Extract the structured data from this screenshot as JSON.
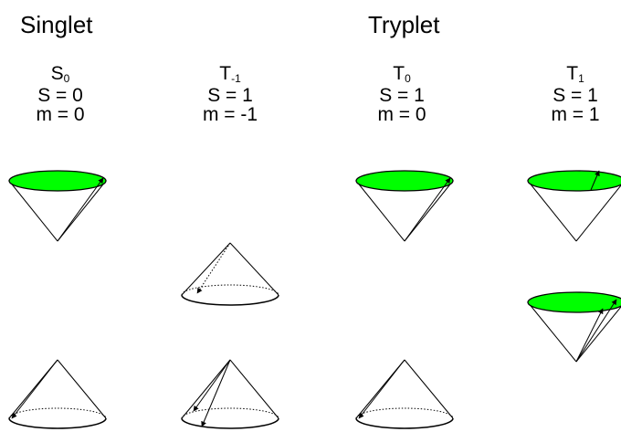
{
  "headings": {
    "singlet": "Singlet",
    "triplet": "Tryplet"
  },
  "states": [
    {
      "symbol": "S",
      "subscript": "0",
      "spin": "S = 0",
      "m": "m = 0"
    },
    {
      "symbol": "T",
      "subscript": "-1",
      "spin": "S = 1",
      "m": "m = -1"
    },
    {
      "symbol": "T",
      "subscript": "0",
      "spin": "S = 1",
      "m": "m = 0"
    },
    {
      "symbol": "T",
      "subscript": "1",
      "spin": "S = 1",
      "m": "m = 1"
    }
  ],
  "colors": {
    "spin_up_disk": "#00ff00",
    "outline": "#000000"
  }
}
